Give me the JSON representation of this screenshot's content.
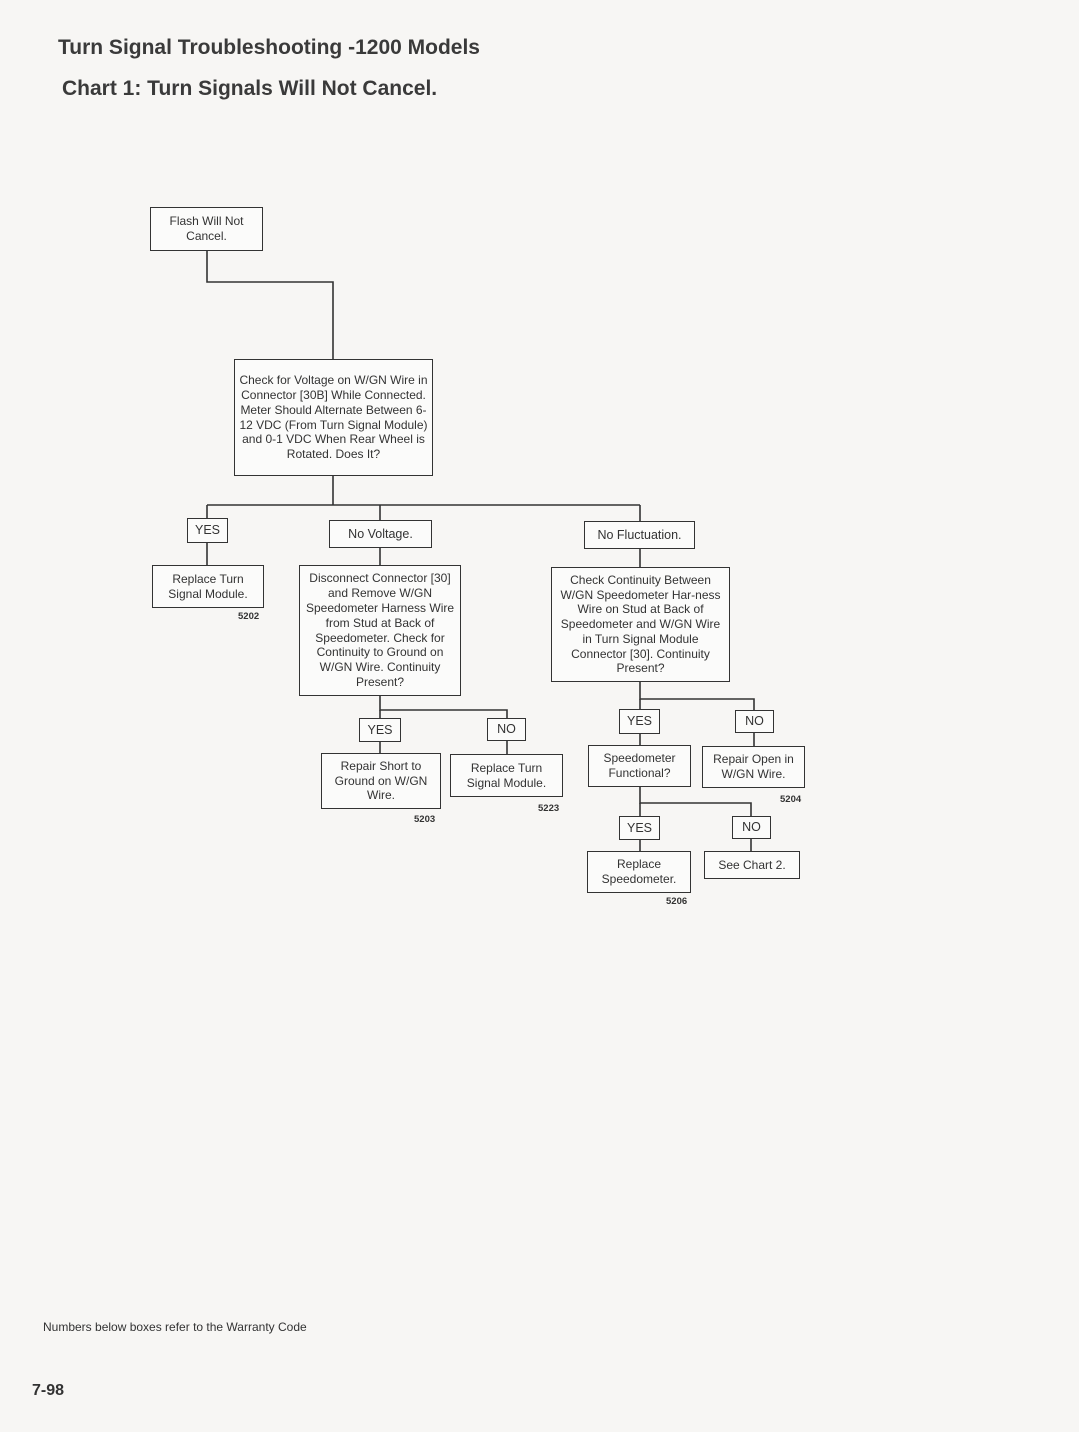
{
  "header": {
    "title": "Turn Signal Troubleshooting -1200 Models",
    "subtitle": "Chart 1: Turn Signals Will Not Cancel."
  },
  "flow": {
    "start": "Flash Will Not Cancel.",
    "check_voltage": "Check for Voltage on W/GN Wire in Connector [30B] While Connected. Meter Should Alternate Between 6-12 VDC (From Turn Signal Module) and 0-1 VDC When Rear Wheel is Rotated. Does It?",
    "yes_1": "YES",
    "no_voltage": "No Voltage.",
    "no_fluctuation": "No Fluctuation.",
    "replace_module_1": "Replace Turn Signal Module.",
    "code_5202": "5202",
    "disconnect": "Disconnect Connector [30] and Remove W/GN Speedometer Harness Wire from Stud at Back of Speedometer. Check for Continuity to Ground on W/GN Wire. Continuity Present?",
    "check_continuity": "Check Continuity Between W/GN Speedometer Har-ness Wire on Stud at Back of Speedometer and W/GN Wire in Turn Signal Module Connector [30]. Continuity Present?",
    "yes_2": "YES",
    "no_2": "NO",
    "repair_short": "Repair Short to Ground on W/GN Wire.",
    "code_5203": "5203",
    "replace_module_2": "Replace Turn Signal Module.",
    "code_5223": "5223",
    "yes_3": "YES",
    "no_3": "NO",
    "speedo_functional": "Speedometer Functional?",
    "repair_open": "Repair Open in W/GN Wire.",
    "code_5204": "5204",
    "yes_4": "YES",
    "no_4": "NO",
    "replace_speedo": "Replace Speedometer.",
    "code_5206": "5206",
    "see_chart_2": "See Chart 2."
  },
  "footer": {
    "note": "Numbers below boxes refer to the Warranty Code",
    "page": "7-98"
  }
}
